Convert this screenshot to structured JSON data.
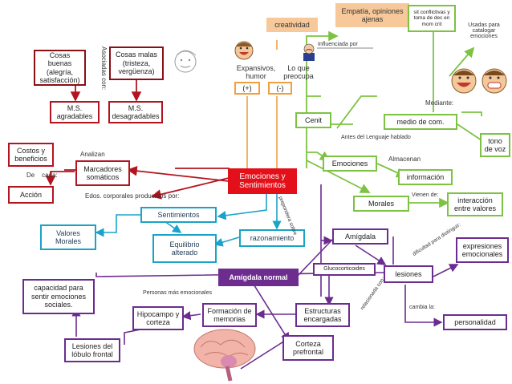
{
  "nodes": {
    "cosas_buenas": "Cosas buenas (alegría, satisfacción)",
    "cosas_malas": "Cosas malas (tristeza, vergüenza)",
    "ms_agradables": "M.S. agradables",
    "ms_desagradables": "M.S. desagradables",
    "costos": "Costos y beneficios",
    "accion": "Acción",
    "marcadores": "Marcadores somáticos",
    "emociones_sentimientos": "Emociones y Sentimientos",
    "sentimientos": "Sentimientos",
    "valores": "Valores Morales",
    "equilibrio": "Equilibrio alterado",
    "razonamiento": "razonamiento",
    "amigdala": "Amígdala",
    "amigdala_normal": "Amígdala normal",
    "glucocorticoides": "Glucocorticoides",
    "lesiones": "lesiones",
    "capacidad": "capacidad para sentir emociones sociales.",
    "hipocampo": "Hipocampo y corteza",
    "formacion": "Formación de memorias",
    "estructuras": "Estructuras encargadas",
    "lesiones_lobulo": "Lesiones del lóbulo frontal",
    "corteza": "Corteza prefrontal",
    "expresiones": "expresiones emocionales",
    "personalidad": "personalidad",
    "creatividad": "creatividad",
    "empatia": "Empatía, opiniones ajenas",
    "conflictivas": "sit conflictivas y toma de dec en mom crit",
    "usadas": "Usadas para catalogar emociones",
    "expansivos": "Expansivos, humor",
    "preocupa": "Lo que preocupa",
    "plus": "(+)",
    "minus": "(-)",
    "cenit": "Cenit",
    "medio": "medio de com.",
    "tono": "tono de voz",
    "emociones": "Emociones",
    "informacion": "información",
    "morales": "Morales",
    "interaccion": "interacción entre valores"
  },
  "labels": {
    "asociadas": "Asociadas con:",
    "analizan": "Analizan",
    "de_cada": "De    cada:",
    "edos": "Edos. corporales producidos por:",
    "personas": "Personas más emocionales",
    "influenciada": "Influenciada por",
    "mediante": "Mediante:",
    "antes": "Antes del Lenguaje hablado",
    "almacenan": "Almacenan",
    "vienen": "Vienen de:",
    "cambia": "cambia la:",
    "dificultad": "dificultad para distinguir:",
    "relacionada": "relacionada con:",
    "prepondera": "prepondera sobre"
  },
  "icons": [
    "face-sketch-icon",
    "laughing-boy-icon",
    "worried-man-icon",
    "laughing-face-icon",
    "grinning-face-icon",
    "brain-icon"
  ]
}
